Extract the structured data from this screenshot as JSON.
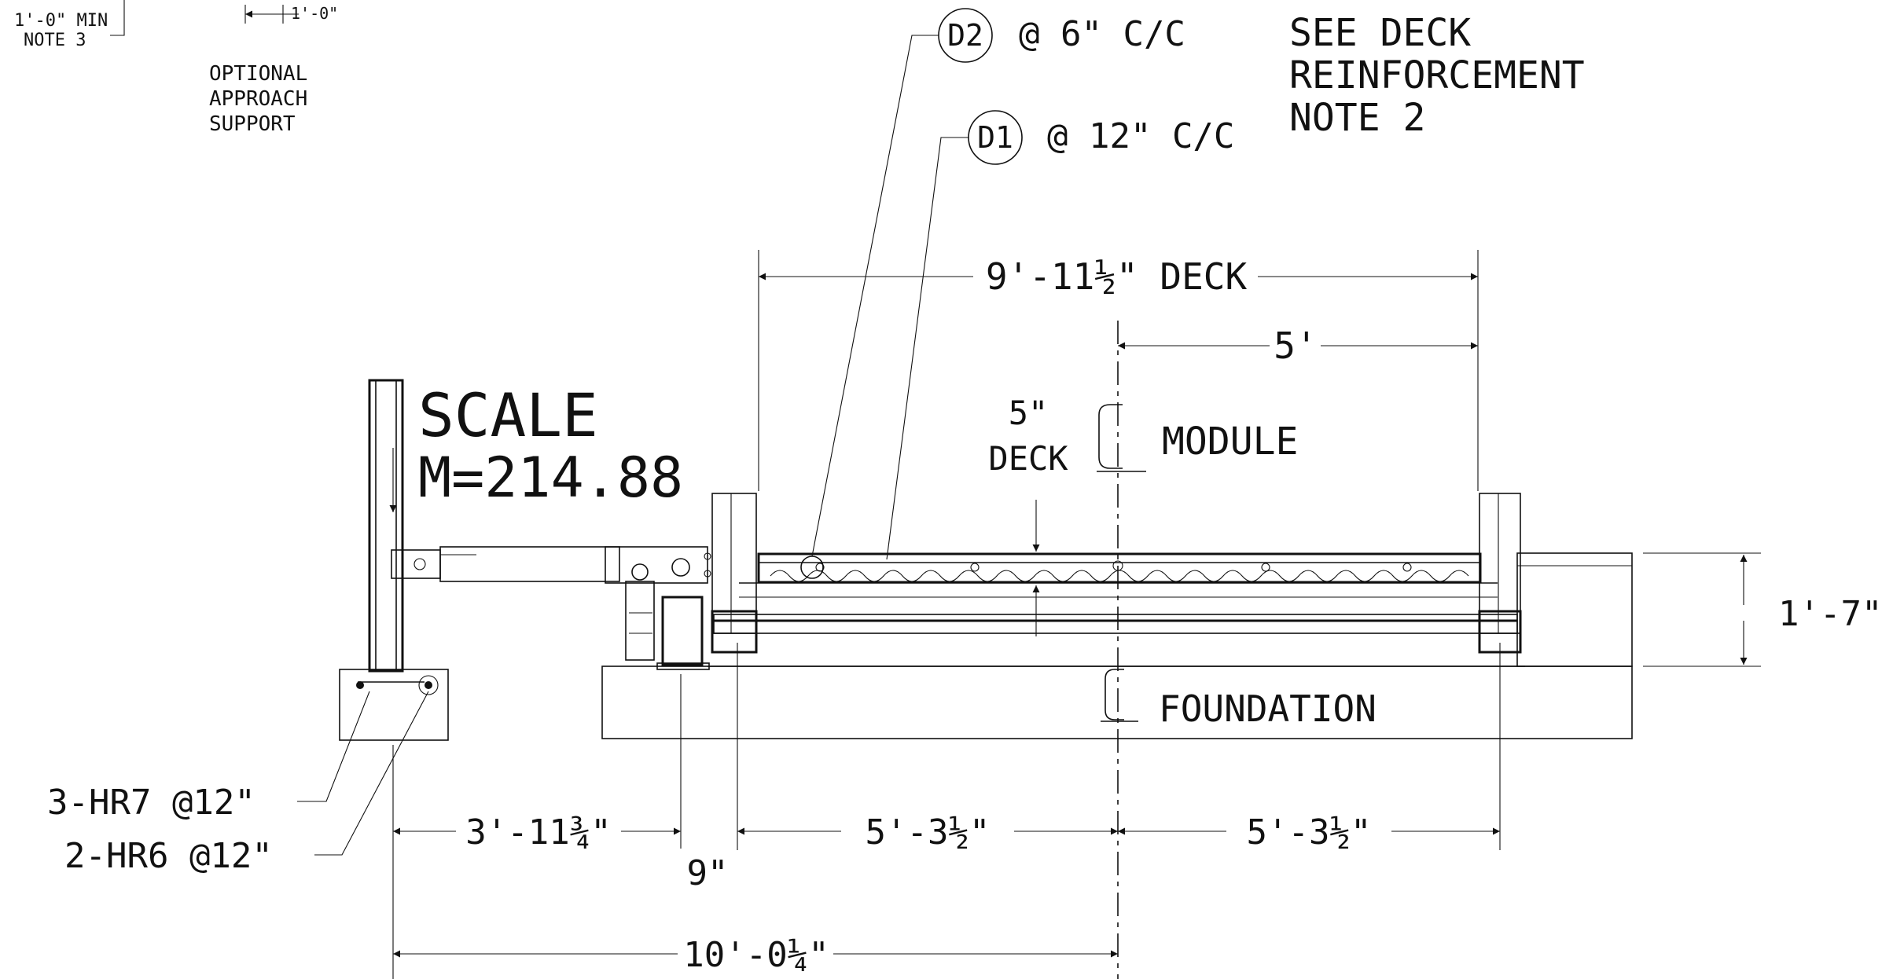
{
  "top_left": {
    "min_note": "1'-0\" MIN",
    "note3": "NOTE 3",
    "small_dim": "1'-0\"",
    "optional_lines": [
      "OPTIONAL",
      "APPROACH",
      "SUPPORT"
    ]
  },
  "deck_notes": {
    "d2_bubble": "D2",
    "d2_spacing": "@ 6\" C/C",
    "d1_bubble": "D1",
    "d1_spacing": "@ 12\" C/C",
    "see_lines": [
      "SEE DECK",
      "REINFORCEMENT",
      "NOTE 2"
    ]
  },
  "scale": {
    "line1": "SCALE",
    "line2": "M=214.88"
  },
  "dimensions": {
    "deck_width": "9'-11½\" DECK",
    "half_deck": "5'",
    "deck_thick_top": "5\"",
    "deck_thick_bottom": "DECK",
    "height": "1'-7\"",
    "approach": "3'-11¾\"",
    "left_half": "5'-3½\"",
    "right_half": "5'-3½\"",
    "nine_in": "9\"",
    "overall": "10'-0¼\""
  },
  "centerlines": {
    "module": "MODULE",
    "foundation": "FOUNDATION"
  },
  "rebar": {
    "hr7": "3-HR7 @12\"",
    "hr6": "2-HR6 @12\""
  }
}
